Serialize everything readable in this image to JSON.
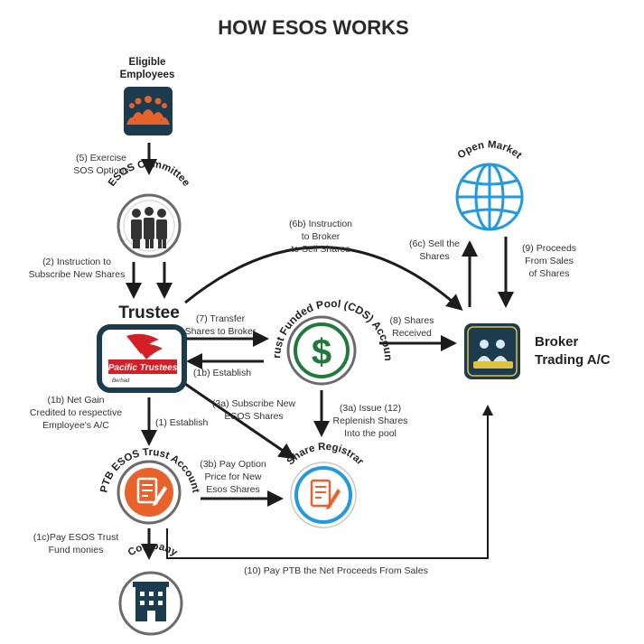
{
  "title": "HOW ESOS WORKS",
  "nodes": {
    "employees": "Eligible Employees",
    "employees_line1": "Eligible",
    "employees_line2": "Employees",
    "committee": "ESOS Committee",
    "trustee": "Trustee",
    "pacific_logo": "Pacific Trustees",
    "pacific_sub": "Berhad",
    "pool": "Trust Funded Pool (CDS) Account",
    "open_market": "Open Market",
    "broker_line1": "Broker",
    "broker_line2": "Trading A/C",
    "ptb": "PTB ESOS Trust Account",
    "registrar": "Share Registrar",
    "company": "Company"
  },
  "labels": {
    "l5": [
      "(5) Exercise",
      "SOS Options"
    ],
    "l2": [
      "(2) Instruction to",
      "Subscribe New Shares"
    ],
    "l6b": [
      "(6b) Instruction",
      "to Broker",
      "to Sell Shares"
    ],
    "l6c": [
      "(6c) Sell the",
      "Shares"
    ],
    "l9": [
      "(9) Proceeds",
      "From Sales",
      "of Shares"
    ],
    "l7": [
      "(7) Transfer",
      "Shares to Broker"
    ],
    "l1b_est": [
      "(1b) Establish"
    ],
    "l8": [
      "(8) Shares",
      "Received"
    ],
    "l1b_gain": [
      "(1b) Net Gain",
      "Credited to respective",
      "Employee's A/C"
    ],
    "l1_est": [
      "(1) Establish"
    ],
    "l3a_sub": [
      "(3a) Subscribe New",
      "ESOS Shares"
    ],
    "l3a_issue": [
      "(3a) Issue (12)",
      "Replenish Shares",
      "Into the pool"
    ],
    "l3b": [
      "(3b) Pay Option",
      "Price for New",
      "Esos Shares"
    ],
    "l1c": [
      "(1c)Pay ESOS Trust",
      "Fund monies"
    ],
    "l10": [
      "(10) Pay PTB the Net Proceeds From Sales"
    ]
  },
  "icons": {
    "employees": "people-group-icon",
    "committee": "business-people-icon",
    "pool": "dollar-sign-icon",
    "open_market": "globe-icon",
    "broker": "traders-icon",
    "ptb": "document-pen-icon",
    "registrar": "document-pen-icon",
    "company": "building-icon"
  },
  "colors": {
    "orange": "#e8622c",
    "navy": "#1d3b4f",
    "blue": "#2399e0",
    "green": "#1f7a3a",
    "red": "#d32027",
    "dark": "#1c1c1c"
  }
}
